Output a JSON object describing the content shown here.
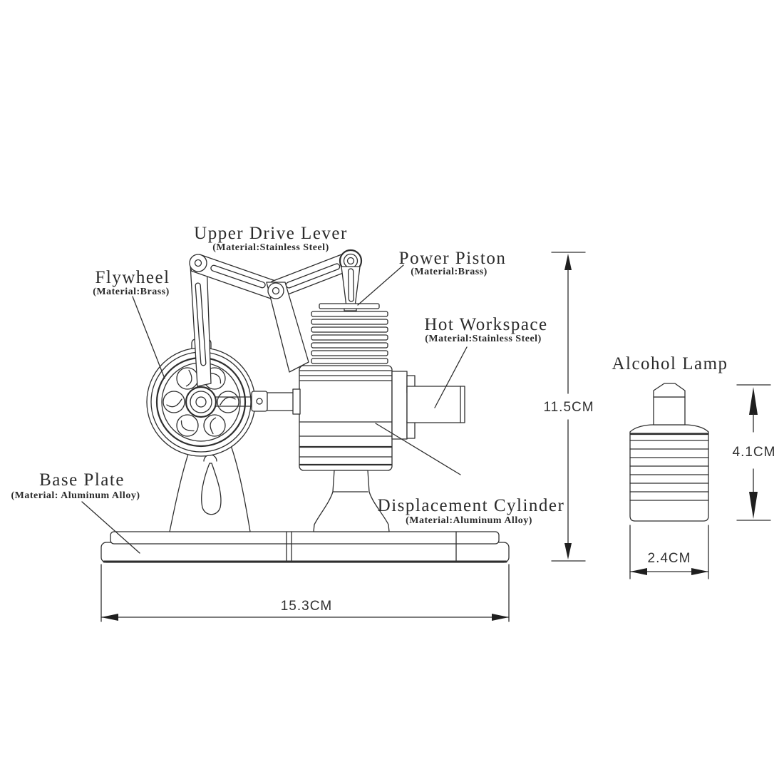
{
  "diagram": {
    "colors": {
      "line": "#2e2e2e",
      "background": "#ffffff"
    },
    "labels": {
      "upper_drive_lever": {
        "title": "Upper Drive Lever",
        "material": "(Material:Stainless Steel)"
      },
      "flywheel": {
        "title": "Flywheel",
        "material": "(Material:Brass)"
      },
      "power_piston": {
        "title": "Power Piston",
        "material": "(Material:Brass)"
      },
      "hot_workspace": {
        "title": "Hot Workspace",
        "material": "(Material:Stainless Steel)"
      },
      "base_plate": {
        "title": "Base Plate",
        "material": "(Material: Aluminum Alloy)"
      },
      "displacement_cylinder": {
        "title": "Displacement Cylinder",
        "material": "(Material:Aluminum Alloy)"
      },
      "alcohol_lamp": {
        "title": "Alcohol Lamp"
      }
    },
    "dimensions": {
      "engine_height": "11.5CM",
      "base_length": "15.3CM",
      "lamp_height": "4.1CM",
      "lamp_diameter": "2.4CM"
    }
  }
}
